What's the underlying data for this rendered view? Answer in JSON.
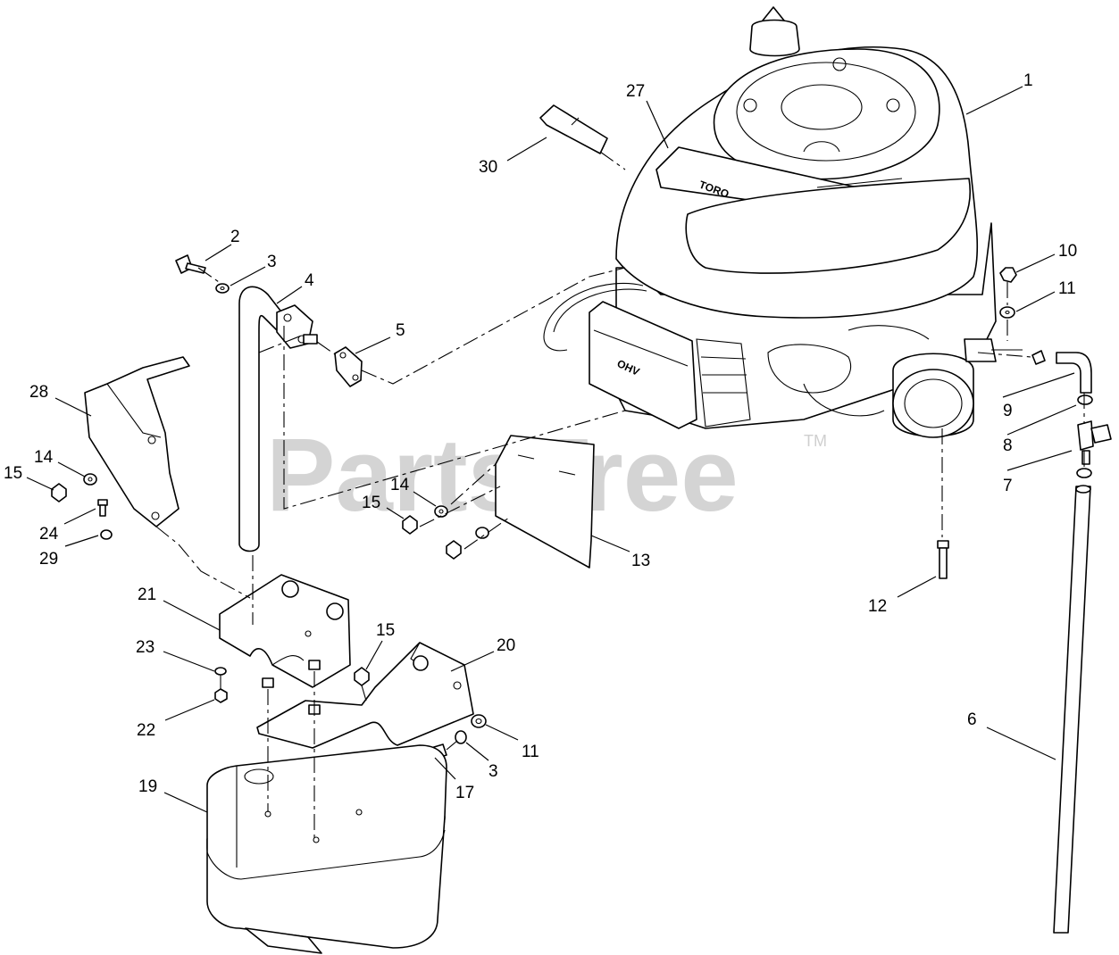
{
  "watermark": {
    "text": "PartsTree",
    "trademark": "TM"
  },
  "engine_labels": {
    "brand": "TORO",
    "valve_cover": "OHV"
  },
  "callouts": {
    "c1": "1",
    "c2": "2",
    "c3a": "3",
    "c3b": "3",
    "c4": "4",
    "c5": "5",
    "c6": "6",
    "c7": "7",
    "c8": "8",
    "c9": "9",
    "c10": "10",
    "c11a": "11",
    "c11b": "11",
    "c12": "12",
    "c13": "13",
    "c14a": "14",
    "c14b": "14",
    "c15a": "15",
    "c15b": "15",
    "c15c": "15",
    "c17": "17",
    "c19": "19",
    "c20": "20",
    "c21": "21",
    "c22": "22",
    "c23": "23",
    "c24": "24",
    "c27": "27",
    "c28": "28",
    "c29": "29",
    "c30": "30"
  }
}
